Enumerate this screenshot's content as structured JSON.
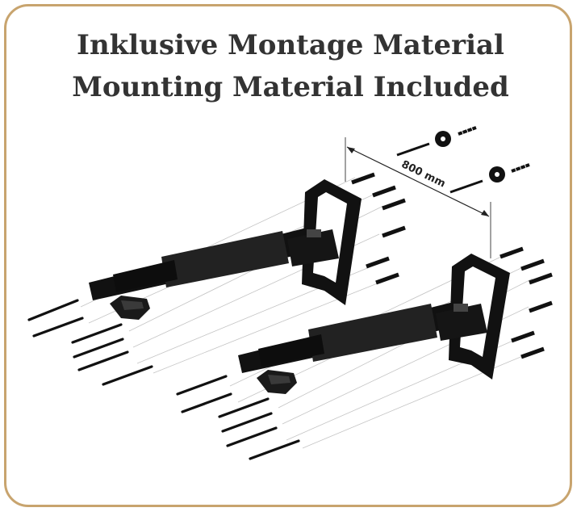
{
  "heading": {
    "line1": "Inklusive Montage Material",
    "line2": "Mounting Material Included"
  },
  "dimension": {
    "label": "800 mm"
  },
  "colors": {
    "frame_border": "#c8a46e",
    "title_text": "#333333",
    "hardware": "#111111",
    "guide_lines": "#bbbbbb"
  },
  "icons": {
    "bracket": "wall-bracket-icon",
    "screw": "screw-icon",
    "anchor": "wall-anchor-icon",
    "washer": "washer-icon",
    "knob": "clamp-knob-icon"
  }
}
